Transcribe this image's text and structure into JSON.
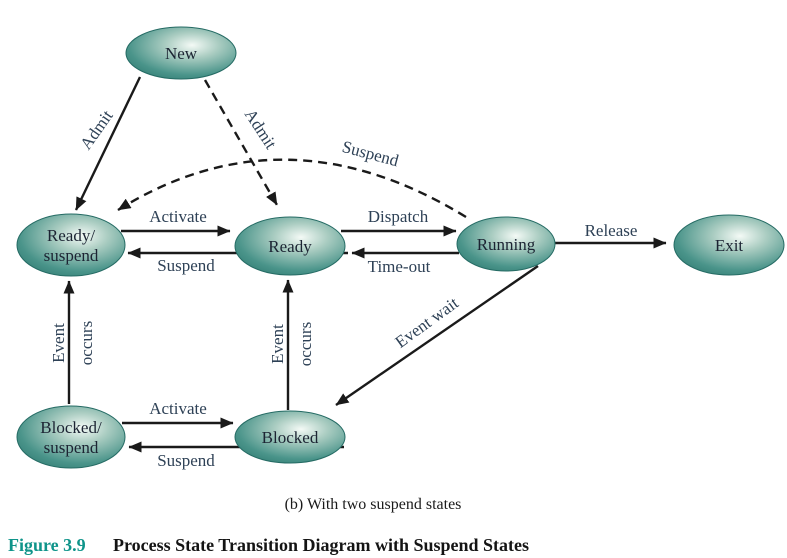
{
  "figure": {
    "subcaption": "(b) With two suspend states",
    "label": "Figure 3.9",
    "title": "Process State Transition Diagram with Suspend States"
  },
  "states": {
    "new": "New",
    "ready_suspend_1": "Ready/",
    "ready_suspend_2": "suspend",
    "ready": "Ready",
    "running": "Running",
    "exit": "Exit",
    "blocked_suspend_1": "Blocked/",
    "blocked_suspend_2": "suspend",
    "blocked": "Blocked"
  },
  "transitions": {
    "admit_solid": "Admit",
    "admit_dashed": "Admit",
    "suspend_arc": "Suspend",
    "activate_top": "Activate",
    "suspend_top": "Suspend",
    "dispatch": "Dispatch",
    "timeout": "Time-out",
    "release": "Release",
    "event_occurs_left_1": "Event",
    "event_occurs_left_2": "occurs",
    "event_occurs_mid_1": "Event",
    "event_occurs_mid_2": "occurs",
    "event_wait": "Event wait",
    "activate_bottom": "Activate",
    "suspend_bottom": "Suspend"
  },
  "colors": {
    "state_highlight": "#f4faf6",
    "state_light": "#abcdc2",
    "state_main": "#4a948a",
    "state_rim": "#2d786f",
    "state_border": "#256b64",
    "line": "#1a1a1a",
    "transition_label": "#2e4156",
    "state_label": "#1c2433",
    "figure_label": "#0f948a"
  }
}
